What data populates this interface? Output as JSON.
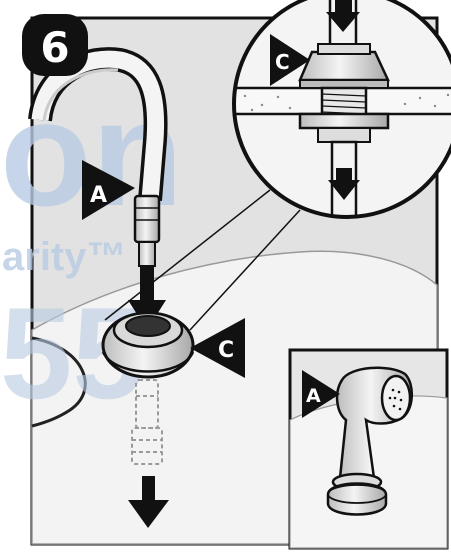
{
  "step": {
    "number": "6"
  },
  "callouts": {
    "main_hose": "A",
    "main_escutcheon": "C",
    "detail_escutcheon": "C",
    "inset_sprayer": "A"
  },
  "watermark": {
    "line1": "on",
    "line2": "arity™",
    "line3": "55"
  },
  "colors": {
    "panel_fill": "#e2e2e2",
    "outline": "#111111",
    "callout_fill": "#111111",
    "callout_text": "#ffffff",
    "watermark": "#b9cbe4"
  }
}
